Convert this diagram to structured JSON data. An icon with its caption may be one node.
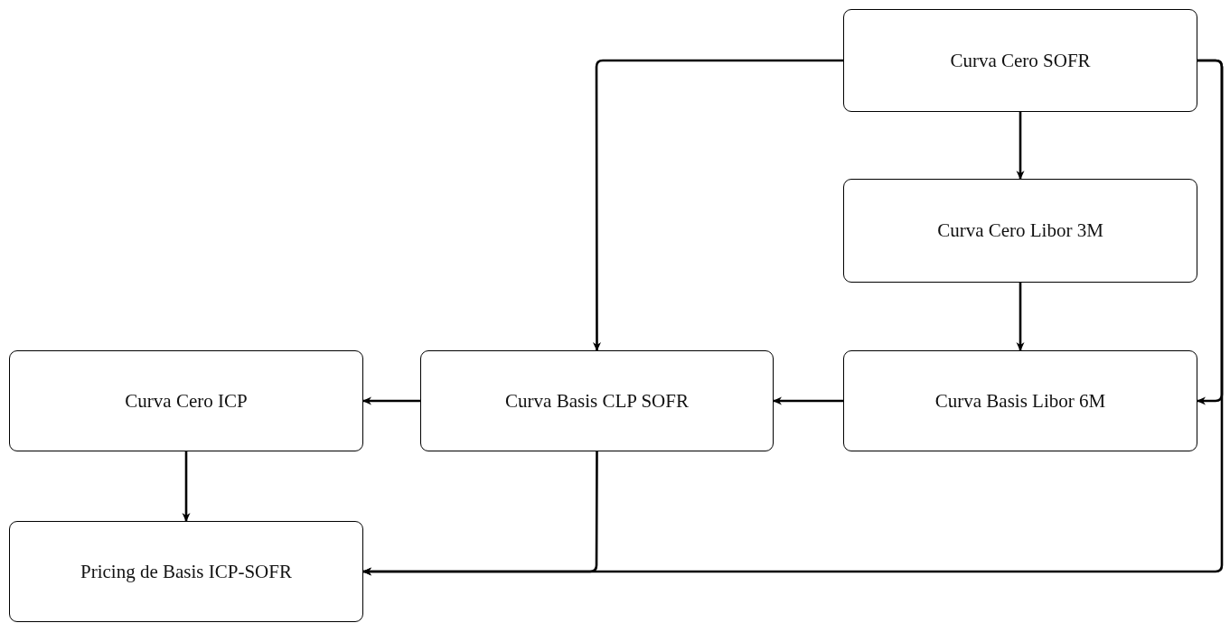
{
  "diagram": {
    "nodes": [
      {
        "text": [
          "Curva Cero SOFR"
        ]
      },
      {
        "text": [
          "Curva Cero Libor 3M"
        ]
      },
      {
        "text": [
          "Curva Cero ICP"
        ]
      },
      {
        "text": [
          "Curva Basis CLP SOFR"
        ]
      },
      {
        "text": [
          "Curva Basis Libor 6M"
        ]
      },
      {
        "text": [
          "Pricing de Basis ICP-SOFR"
        ]
      }
    ],
    "edges": [
      {
        "from": 0,
        "to": 1,
        "arrow": "to"
      },
      {
        "from": 1,
        "to": 4,
        "arrow": "to"
      },
      {
        "from": 0,
        "to": 3,
        "arrow": "to"
      },
      {
        "from": 0,
        "to": 4,
        "arrow": "to"
      },
      {
        "from": 0,
        "to": 5,
        "arrow": "to"
      },
      {
        "from": 4,
        "to": 3,
        "arrow": "to"
      },
      {
        "from": 3,
        "to": 2,
        "arrow": "to"
      },
      {
        "from": 2,
        "to": 5,
        "arrow": "to"
      },
      {
        "from": 3,
        "to": 5,
        "arrow": "to"
      }
    ]
  }
}
